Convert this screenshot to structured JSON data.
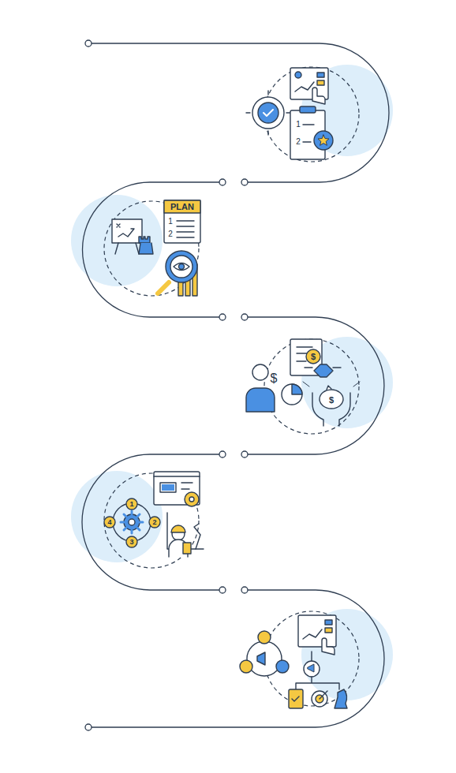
{
  "diagram": {
    "labels": [
      "1",
      "2",
      "PLAN",
      "1",
      "2",
      "$",
      "$",
      "$",
      "1",
      "2",
      "3",
      "4"
    ]
  }
}
